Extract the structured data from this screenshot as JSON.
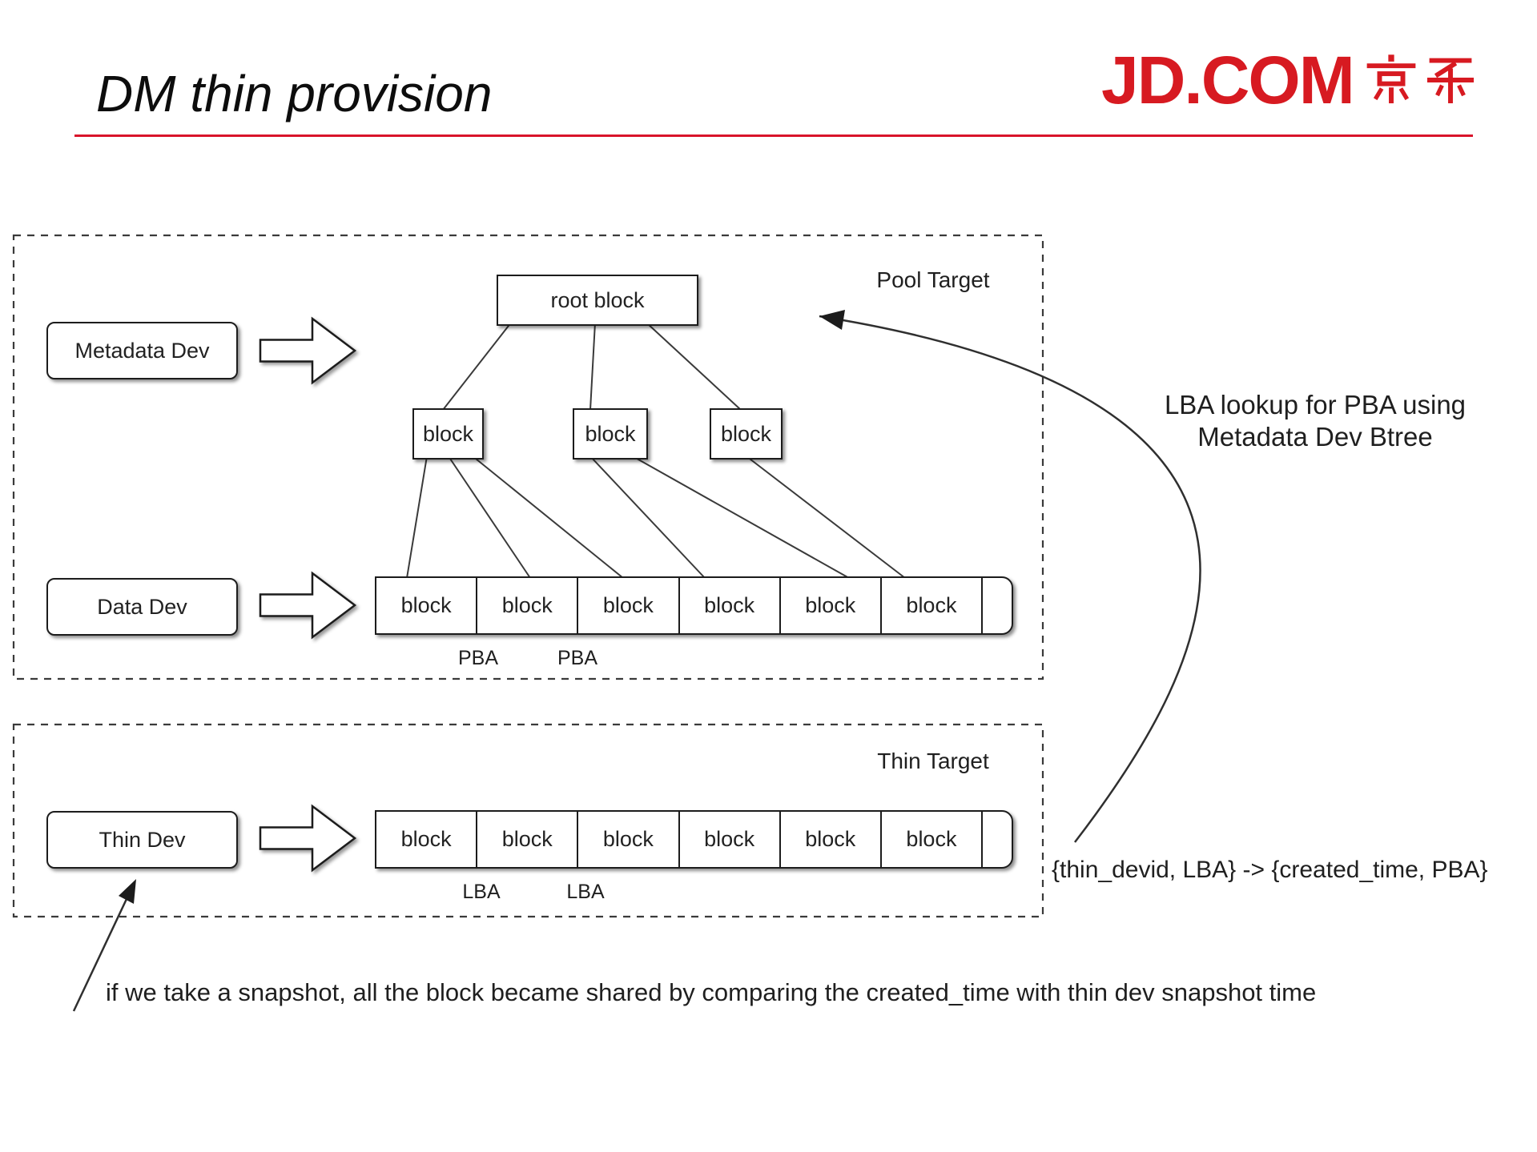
{
  "header": {
    "title": "DM thin provision",
    "logo_text": "JD.COM",
    "logo_hanzi": "京东",
    "brand_red": "#d71a21",
    "rule_red": "#d9142b"
  },
  "pool": {
    "label": "Pool Target",
    "metadata_dev": "Metadata Dev",
    "data_dev": "Data Dev",
    "root_block": "root block",
    "mid_blocks": [
      "block",
      "block",
      "block"
    ],
    "data_blocks": [
      "block",
      "block",
      "block",
      "block",
      "block",
      "block"
    ],
    "pba_labels": [
      "PBA",
      "PBA"
    ]
  },
  "thin": {
    "label": "Thin Target",
    "thin_dev": "Thin Dev",
    "blocks": [
      "block",
      "block",
      "block",
      "block",
      "block",
      "block"
    ],
    "lba_labels": [
      "LBA",
      "LBA"
    ]
  },
  "annotations": {
    "lookup_line1": "LBA lookup for PBA using",
    "lookup_line2": "Metadata Dev Btree",
    "mapping": "{thin_devid, LBA} -> {created_time, PBA}",
    "snapshot_note": "if we take a snapshot, all the block became shared by comparing the created_time with thin dev snapshot time"
  }
}
